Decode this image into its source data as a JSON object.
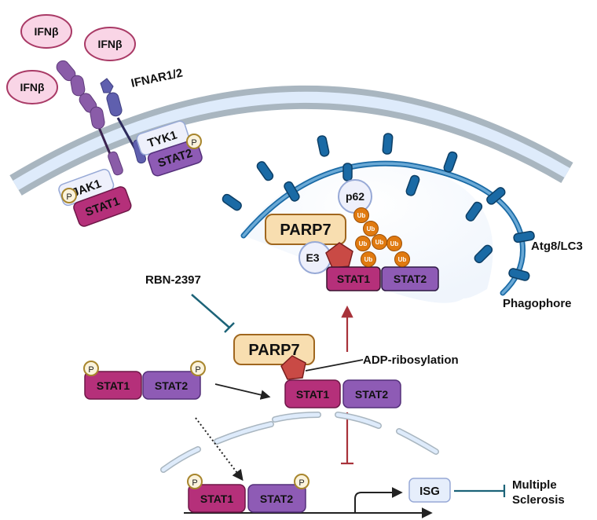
{
  "diagram": {
    "ligands": [
      {
        "label": "IFNβ"
      },
      {
        "label": "IFNβ"
      },
      {
        "label": "IFNβ"
      }
    ],
    "receptor_label": "IFNAR1/2",
    "membrane_complex": {
      "jak": "JAK1",
      "tyk": "TYK1",
      "stat1": "STAT1",
      "stat2": "STAT2",
      "phospho": "P"
    },
    "phagophore": {
      "parp7": "PARP7",
      "e3": "E3",
      "p62": "p62",
      "ub": [
        "Ub",
        "Ub",
        "Ub",
        "Ub",
        "Ub",
        "Ub",
        "Ub"
      ],
      "stat1": "STAT1",
      "stat2": "STAT2",
      "atg_label": "Atg8/LC3",
      "phagophore_label": "Phagophore"
    },
    "inhibitor_label": "RBN-2397",
    "cytoplasm": {
      "parp7": "PARP7",
      "adp_label": "ADP-ribosylation",
      "free_stat1": "STAT1",
      "free_stat2": "STAT2",
      "bound_stat1": "STAT1",
      "bound_stat2": "STAT2",
      "phospho": "P"
    },
    "nucleus": {
      "stat1": "STAT1",
      "stat2": "STAT2",
      "phospho": "P",
      "isg": "ISG",
      "outcome_line1": "Multiple",
      "outcome_line2": "Sclerosis"
    },
    "colors": {
      "stat1": "#b5307a",
      "stat2": "#8e5bb5",
      "parp7_fill": "#f8deb0",
      "parp7_border": "#a0671f",
      "pentagon": "#c94a45",
      "ub": "#e07a10",
      "phagophore": "#1a6aa5",
      "membrane_outer": "#a9b6c0",
      "membrane_inner": "#deebfb",
      "inhibit_teal": "#1c6378",
      "nuclear_red": "#a8323a",
      "ifn_fill": "#f9d5e6",
      "ifn_border": "#a93a66"
    }
  }
}
